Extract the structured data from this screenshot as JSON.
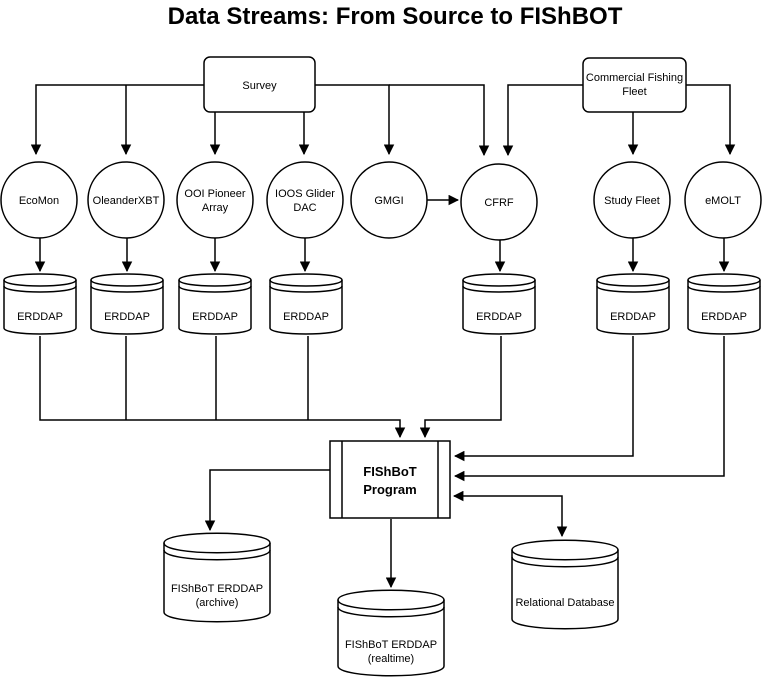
{
  "title": "Data Streams: From Source to FIShBOT",
  "sources": {
    "survey": "Survey",
    "commercial_line1": "Commercial Fishing",
    "commercial_line2": "Fleet"
  },
  "nodes": {
    "ecomon": "EcoMon",
    "oleander": "OleanderXBT",
    "ooi_line1": "OOI Pioneer",
    "ooi_line2": "Array",
    "ioos_line1": "IOOS Glider",
    "ioos_line2": "DAC",
    "gmgi": "GMGI",
    "cfrf": "CFRF",
    "study_fleet": "Study Fleet",
    "emolt": "eMOLT"
  },
  "erddap_label": "ERDDAP",
  "program": {
    "line1": "FIShBoT",
    "line2": "Program"
  },
  "outputs": {
    "archive_line1": "FIShBoT ERDDAP",
    "archive_line2": "(archive)",
    "realtime_line1": "FIShBoT ERDDAP",
    "realtime_line2": "(realtime)",
    "relational": "Relational Database"
  }
}
